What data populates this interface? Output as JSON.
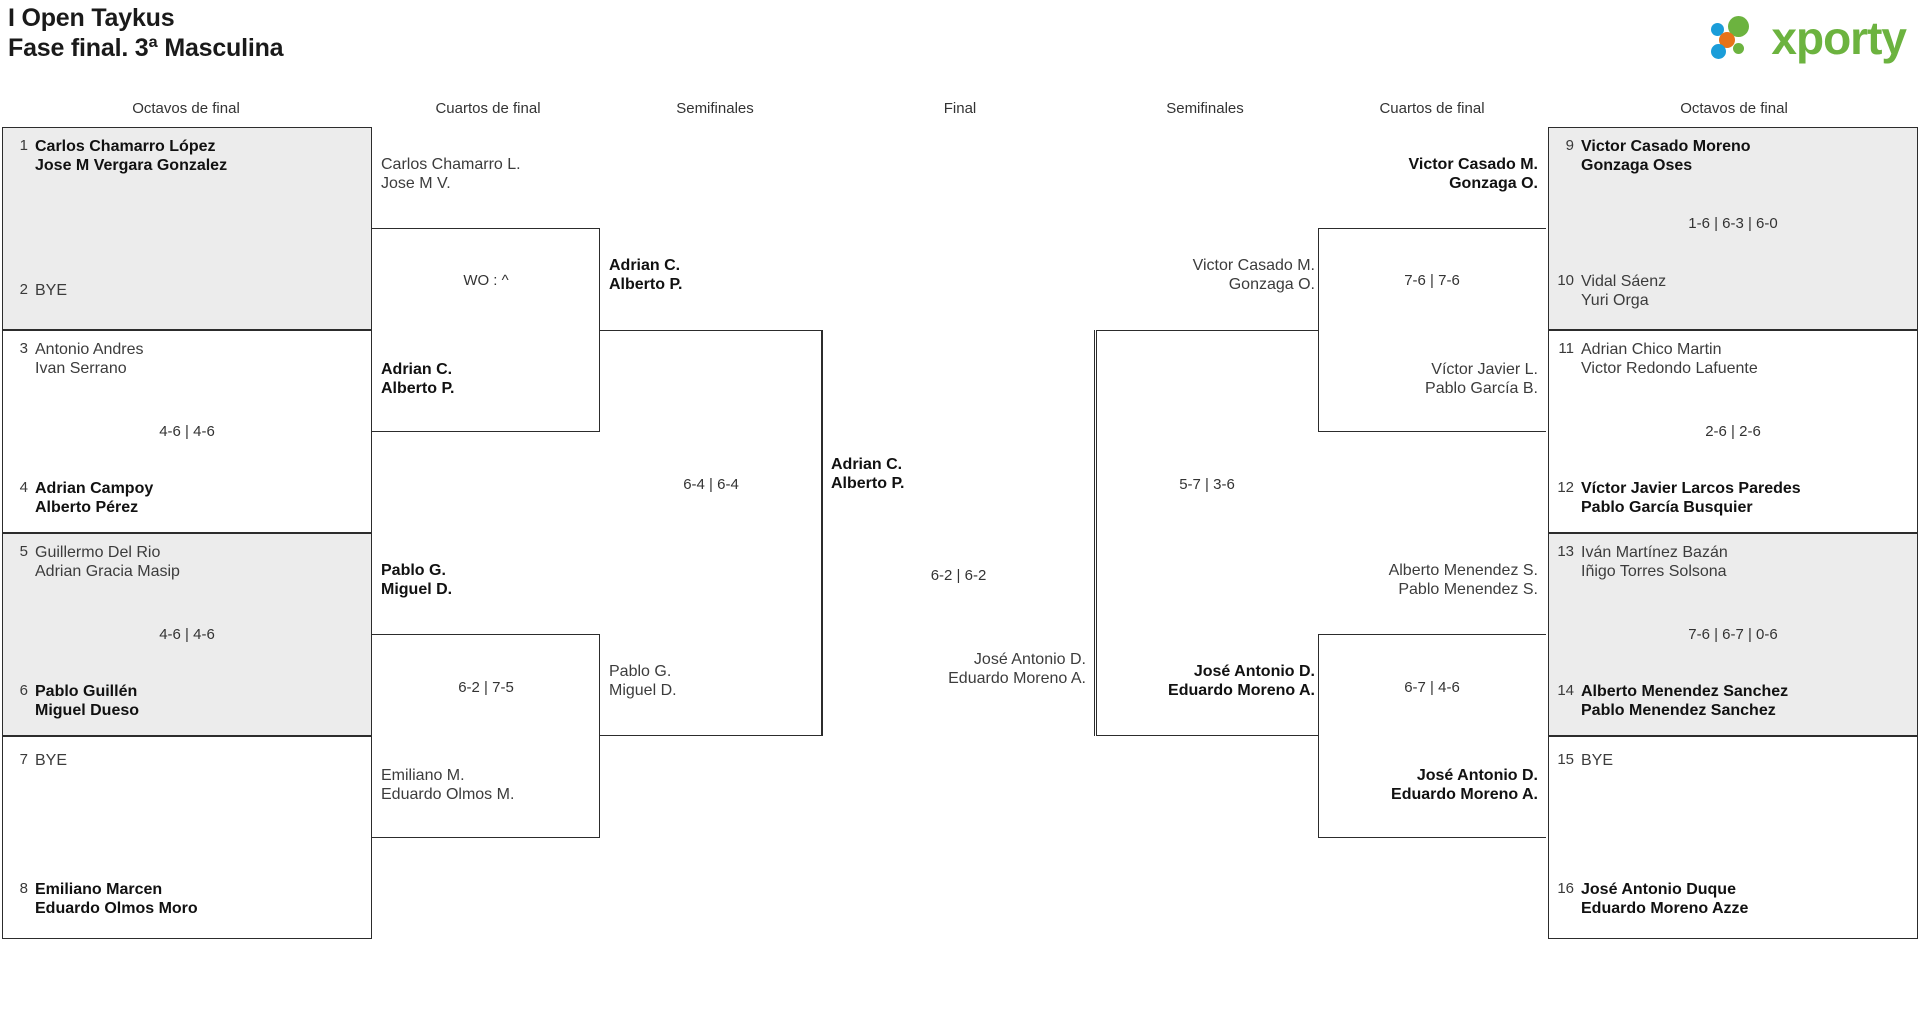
{
  "header": {
    "title_line1": "I Open Taykus",
    "title_line2": "Fase final. 3ª Masculina",
    "logo_text": "xporty",
    "logo_colors": {
      "green": "#6cb33f",
      "blue": "#1b9dd9",
      "orange": "#e8731a"
    }
  },
  "round_headers": [
    {
      "label": "Octavos de final"
    },
    {
      "label": "Cuartos de final"
    },
    {
      "label": "Semifinales"
    },
    {
      "label": "Final"
    },
    {
      "label": "Semifinales"
    },
    {
      "label": "Cuartos de final"
    },
    {
      "label": "Octavos de final"
    }
  ],
  "left_r16": [
    {
      "seed": "1",
      "p1": "Carlos Chamarro López",
      "p2": "Jose M Vergara Gonzalez",
      "winner": true
    },
    {
      "seed": "2",
      "p1": "BYE",
      "p2": "",
      "winner": false
    },
    {
      "seed": "3",
      "p1": "Antonio Andres",
      "p2": "Ivan Serrano",
      "winner": false
    },
    {
      "seed": "4",
      "p1": "Adrian Campoy",
      "p2": "Alberto Pérez",
      "winner": true
    },
    {
      "seed": "5",
      "p1": "Guillermo Del Rio",
      "p2": "Adrian Gracia Masip",
      "winner": false
    },
    {
      "seed": "6",
      "p1": "Pablo Guillén",
      "p2": "Miguel Dueso",
      "winner": true
    },
    {
      "seed": "7",
      "p1": "BYE",
      "p2": "",
      "winner": false
    },
    {
      "seed": "8",
      "p1": "Emiliano Marcen",
      "p2": "Eduardo Olmos Moro",
      "winner": true
    }
  ],
  "left_r16_scores": [
    {
      "value": ""
    },
    {
      "value": "4-6 | 4-6"
    },
    {
      "value": "4-6 | 4-6"
    },
    {
      "value": ""
    }
  ],
  "left_qf": [
    {
      "p1": "Carlos Chamarro L.",
      "p2": "Jose M V.",
      "winner": false
    },
    {
      "p1": "Adrian C.",
      "p2": "Alberto P.",
      "winner": true
    },
    {
      "p1": "Pablo G.",
      "p2": "Miguel D.",
      "winner": true
    },
    {
      "p1": "Emiliano M.",
      "p2": "Eduardo Olmos M.",
      "winner": false
    }
  ],
  "left_qf_scores": [
    {
      "value": "WO : ^"
    },
    {
      "value": "6-2 | 7-5"
    }
  ],
  "left_sf": [
    {
      "p1": "Adrian C.",
      "p2": "Alberto P.",
      "winner": true
    },
    {
      "p1": "Pablo G.",
      "p2": "Miguel D.",
      "winner": false
    }
  ],
  "left_sf_scores": [
    {
      "value": "6-4 | 6-4"
    }
  ],
  "final": {
    "top": {
      "p1": "Adrian C.",
      "p2": "Alberto P.",
      "winner": true
    },
    "bottom": {
      "p1": "José Antonio D.",
      "p2": "Eduardo Moreno A.",
      "winner": false
    },
    "score": "6-2 | 6-2"
  },
  "right_sf": [
    {
      "p1": "Victor Casado M.",
      "p2": "Gonzaga O.",
      "winner": false
    },
    {
      "p1": "José Antonio D.",
      "p2": "Eduardo Moreno A.",
      "winner": true
    }
  ],
  "right_sf_scores": [
    {
      "value": "5-7 | 3-6"
    }
  ],
  "right_qf": [
    {
      "p1": "Victor Casado M.",
      "p2": "Gonzaga O.",
      "winner": true
    },
    {
      "p1": "Víctor Javier L.",
      "p2": "Pablo García B.",
      "winner": false
    },
    {
      "p1": "Alberto Menendez S.",
      "p2": "Pablo Menendez S.",
      "winner": false
    },
    {
      "p1": "José Antonio D.",
      "p2": "Eduardo Moreno A.",
      "winner": true
    }
  ],
  "right_qf_scores": [
    {
      "value": "7-6 | 7-6"
    },
    {
      "value": "6-7 | 4-6"
    }
  ],
  "right_r16": [
    {
      "seed": "9",
      "p1": "Victor Casado Moreno",
      "p2": "Gonzaga Oses",
      "winner": true
    },
    {
      "seed": "10",
      "p1": "Vidal Sáenz",
      "p2": "Yuri Orga",
      "winner": false
    },
    {
      "seed": "11",
      "p1": "Adrian Chico Martin",
      "p2": "Victor Redondo Lafuente",
      "winner": false
    },
    {
      "seed": "12",
      "p1": "Víctor Javier Larcos Paredes",
      "p2": "Pablo García Busquier",
      "winner": true
    },
    {
      "seed": "13",
      "p1": "Iván Martínez Bazán",
      "p2": "Iñigo Torres Solsona",
      "winner": false
    },
    {
      "seed": "14",
      "p1": "Alberto Menendez Sanchez",
      "p2": "Pablo Menendez Sanchez",
      "winner": true
    },
    {
      "seed": "15",
      "p1": "BYE",
      "p2": "",
      "winner": false
    },
    {
      "seed": "16",
      "p1": "José Antonio Duque",
      "p2": "Eduardo Moreno Azze",
      "winner": true
    }
  ],
  "right_r16_scores": [
    {
      "value": "1-6 | 6-3 | 6-0"
    },
    {
      "value": "2-6 | 2-6"
    },
    {
      "value": "7-6 | 6-7 | 0-6"
    },
    {
      "value": ""
    }
  ]
}
